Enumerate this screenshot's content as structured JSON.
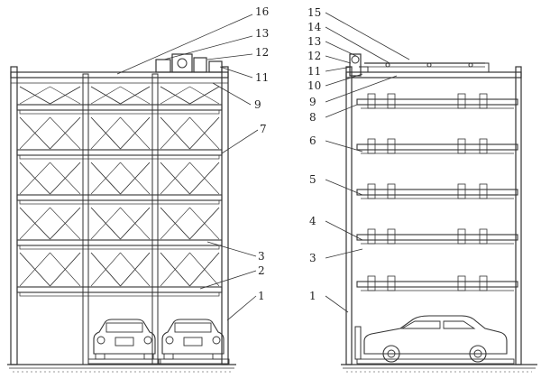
{
  "front_view": {
    "callouts": [
      "16",
      "13",
      "12",
      "11",
      "9",
      "7",
      "3",
      "2",
      "1"
    ]
  },
  "side_view": {
    "callouts": [
      "15",
      "14",
      "13",
      "12",
      "11",
      "10",
      "9",
      "8",
      "6",
      "5",
      "4",
      "3",
      "1"
    ]
  },
  "colors": {
    "line": "#333333",
    "background": "#ffffff"
  }
}
